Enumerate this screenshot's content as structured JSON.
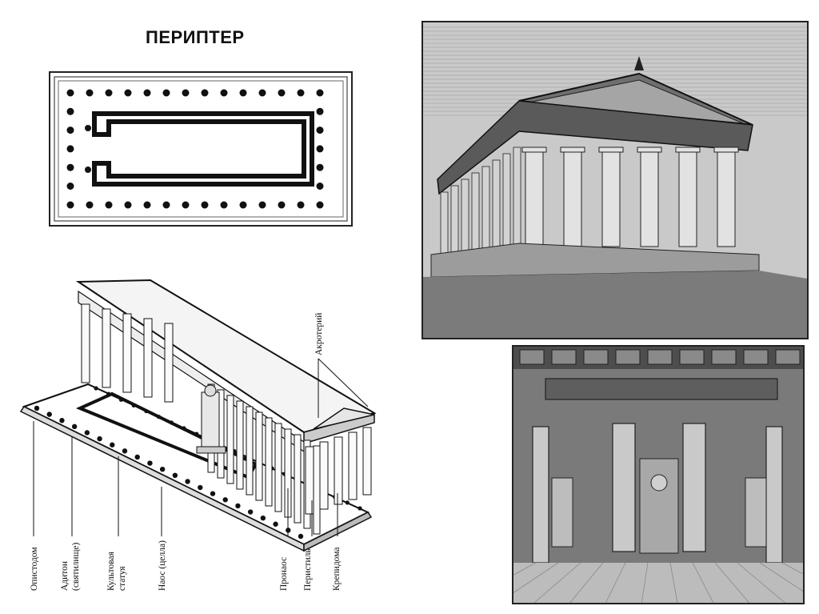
{
  "slide": {
    "title": "ПЕРИПТЕР"
  },
  "isometric_labels": {
    "opisthodomos": "Опистодом",
    "adyton_1": "Адитон",
    "adyton_2": "(святилище)",
    "statue_1": "Культовая",
    "statue_2": "статуя",
    "naos": "Наос (целла)",
    "pronaos": "Пронаос",
    "peristyle": "Перистиль",
    "crepidoma": "Крепидома",
    "acroterion": "Акротерий"
  },
  "images": {
    "exterior": "temple-exterior-engraving",
    "interior": "temple-interior-engraving"
  }
}
